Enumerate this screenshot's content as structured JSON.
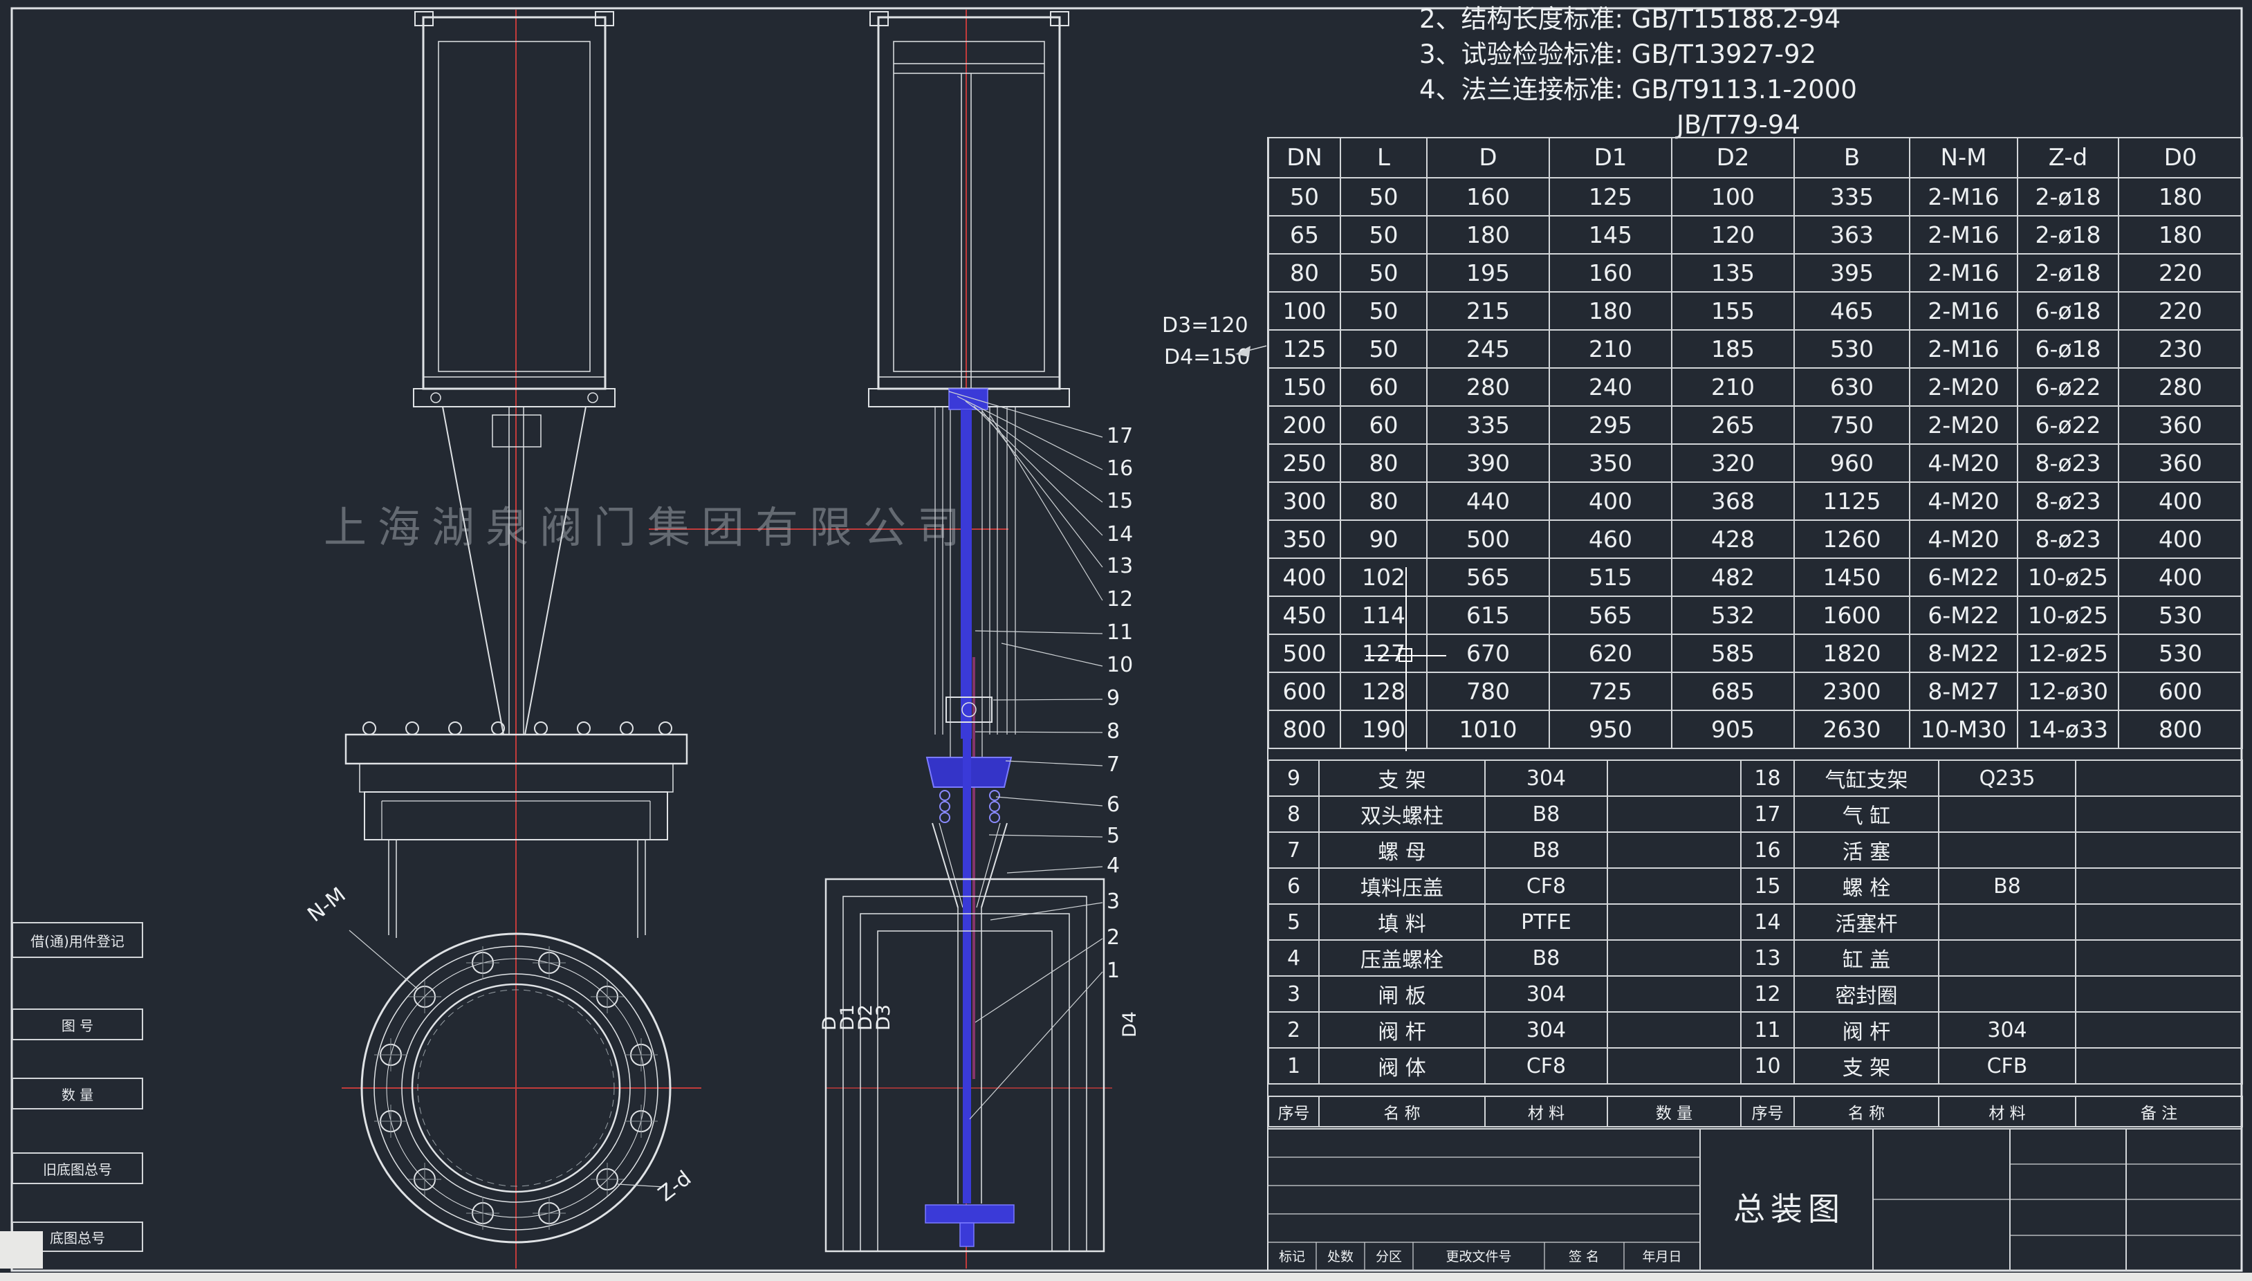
{
  "colors": {
    "background": "#232932",
    "line": "#dfe2e5",
    "centerline_red": "#c23b3b",
    "highlight_blue": "#3a3ad8"
  },
  "watermark": "上海湖泉阀门集团有限公司",
  "notes": {
    "line1": "2、结构长度标准: GB/T15188.2-94",
    "line2": "3、试验检验标准: GB/T13927-92",
    "line3": "4、法兰连接标准: GB/T9113.1-2000",
    "line4": "JB/T79-94"
  },
  "dim_table": {
    "headers": [
      "DN",
      "L",
      "D",
      "D1",
      "D2",
      "B",
      "N-M",
      "Z-d",
      "D0"
    ],
    "rows": [
      [
        "50",
        "50",
        "160",
        "125",
        "100",
        "335",
        "2-M16",
        "2-ø18",
        "180"
      ],
      [
        "65",
        "50",
        "180",
        "145",
        "120",
        "363",
        "2-M16",
        "2-ø18",
        "180"
      ],
      [
        "80",
        "50",
        "195",
        "160",
        "135",
        "395",
        "2-M16",
        "2-ø18",
        "220"
      ],
      [
        "100",
        "50",
        "215",
        "180",
        "155",
        "465",
        "2-M16",
        "6-ø18",
        "220"
      ],
      [
        "125",
        "50",
        "245",
        "210",
        "185",
        "530",
        "2-M16",
        "6-ø18",
        "230"
      ],
      [
        "150",
        "60",
        "280",
        "240",
        "210",
        "630",
        "2-M20",
        "6-ø22",
        "280"
      ],
      [
        "200",
        "60",
        "335",
        "295",
        "265",
        "750",
        "2-M20",
        "6-ø22",
        "360"
      ],
      [
        "250",
        "80",
        "390",
        "350",
        "320",
        "960",
        "4-M20",
        "8-ø23",
        "360"
      ],
      [
        "300",
        "80",
        "440",
        "400",
        "368",
        "1125",
        "4-M20",
        "8-ø23",
        "400"
      ],
      [
        "350",
        "90",
        "500",
        "460",
        "428",
        "1260",
        "4-M20",
        "8-ø23",
        "400"
      ],
      [
        "400",
        "102",
        "565",
        "515",
        "482",
        "1450",
        "6-M22",
        "10-ø25",
        "400"
      ],
      [
        "450",
        "114",
        "615",
        "565",
        "532",
        "1600",
        "6-M22",
        "10-ø25",
        "530"
      ],
      [
        "500",
        "127",
        "670",
        "620",
        "585",
        "1820",
        "8-M22",
        "12-ø25",
        "530"
      ],
      [
        "600",
        "128",
        "780",
        "725",
        "685",
        "2300",
        "8-M27",
        "12-ø30",
        "600"
      ],
      [
        "800",
        "190",
        "1010",
        "950",
        "905",
        "2630",
        "10-M30",
        "14-ø33",
        "800"
      ]
    ]
  },
  "annotations": {
    "d3": "D3=120",
    "d4": "D4=150",
    "n_m": "N-M",
    "z_d": "Z-d",
    "dim_d": "D",
    "dim_d1": "D1",
    "dim_d2": "D2",
    "dim_d3": "D3",
    "dim_d4": "D4"
  },
  "callouts": [
    "17",
    "16",
    "15",
    "14",
    "13",
    "12",
    "11",
    "10",
    "9",
    "8",
    "7",
    "6",
    "5",
    "4",
    "3",
    "2",
    "1"
  ],
  "bom": {
    "header": [
      "序号",
      "名  称",
      "材  料",
      "数 量",
      "序号",
      "名  称",
      "材  料",
      "备 注"
    ],
    "left": {
      "rows": [
        [
          "9",
          "支 架",
          "304",
          ""
        ],
        [
          "8",
          "双头螺柱",
          "B8",
          ""
        ],
        [
          "7",
          "螺 母",
          "B8",
          ""
        ],
        [
          "6",
          "填料压盖",
          "CF8",
          ""
        ],
        [
          "5",
          "填 料",
          "PTFE",
          ""
        ],
        [
          "4",
          "压盖螺栓",
          "B8",
          ""
        ],
        [
          "3",
          "闸 板",
          "304",
          ""
        ],
        [
          "2",
          "阀 杆",
          "304",
          ""
        ],
        [
          "1",
          "阀 体",
          "CF8",
          ""
        ]
      ]
    },
    "right": {
      "rows": [
        [
          "18",
          "气缸支架",
          "Q235",
          ""
        ],
        [
          "17",
          "气 缸",
          "",
          ""
        ],
        [
          "16",
          "活 塞",
          "",
          ""
        ],
        [
          "15",
          "螺 栓",
          "B8",
          ""
        ],
        [
          "14",
          "活塞杆",
          "",
          ""
        ],
        [
          "13",
          "缸 盖",
          "",
          ""
        ],
        [
          "12",
          "密封圈",
          "",
          ""
        ],
        [
          "11",
          "阀 杆",
          "304",
          ""
        ],
        [
          "10",
          "支 架",
          "CFB",
          ""
        ]
      ]
    }
  },
  "title_block": {
    "drawing_title": "总装图",
    "revision_labels": [
      "标记",
      "处数",
      "分区",
      "更改文件号",
      "签 名",
      "年月日"
    ]
  },
  "left_margin": {
    "boxes": [
      "借(通)用件登记",
      "图 号",
      "数 量",
      "旧底图总号",
      "底图总号"
    ]
  }
}
